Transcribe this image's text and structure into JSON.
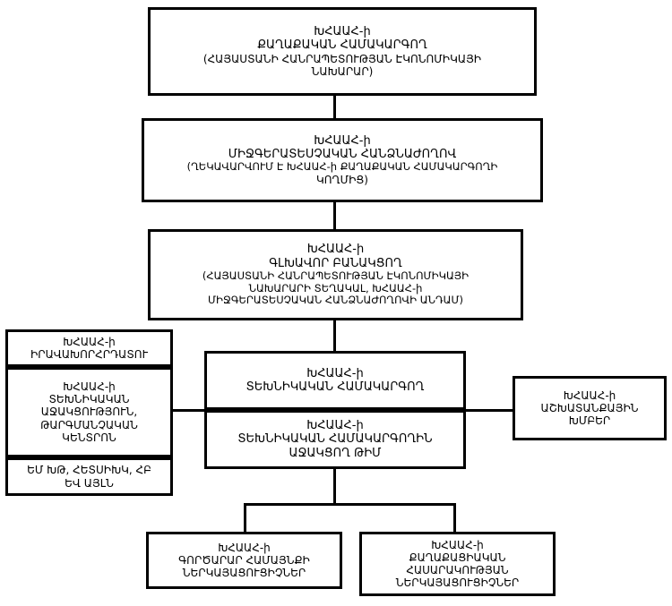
{
  "diagram": {
    "type": "organizational-chart",
    "language": "Armenian",
    "abbreviation": "ԽՀԱԱՀ",
    "nodes": {
      "political_coordinator": {
        "id": "political-coordinator",
        "lines": [
          "ԽՀԱԱՀ-ի",
          "ՔԱՂԱՔԱԿԱՆ ՀԱՄԱԿԱՐԳՈՂ",
          "(ՀԱՅԱՍՏԱՆԻ ՀԱՆՐԱՊԵՏՈՒԹՅԱՆ ԷԿՈՆՈՄԻԿԱՅԻ",
          "ՆԱԽԱՐԱՐ)"
        ]
      },
      "interagency_commission": {
        "id": "interagency-commission",
        "lines": [
          "ԽՀԱԱՀ-ի",
          "ՄԻՋԳԵՐԱՏԵՍՉԱԿԱՆ ՀԱՆՁՆԱԺՈՂՈՎ",
          "(ՂԵԿԱՎԱՐՎՈՒՄ Է ԽՀԱԱՀ-ի ՔԱՂԱՔԱԿԱՆ ՀԱՄԱԿԱՐԳՈՂԻ",
          "ԿՈՂՄԻՑ)"
        ]
      },
      "chief_negotiator": {
        "id": "chief-negotiator",
        "lines": [
          "ԽՀԱԱՀ-ի",
          "ԳԼԽԱՎՈՐ ԲԱՆԱԿՑՈՂ",
          "(ՀԱՅԱՍՏԱՆԻ ՀԱՆՐԱՊԵՏՈՒԹՅԱՆ ԷԿՈՆՈՄԻԿԱՅԻ",
          "ՆԱԽԱՐԱՐԻ ՏԵՂԱԿԱԼ, ԽՀԱԱՀ-ի",
          "ՄԻՋԳԵՐԱՏԵՍՉԱԿԱՆ ՀԱՆՁՆԱԺՈՂՈՎԻ ԱՆԴԱՄ)"
        ]
      },
      "legal_advisor": {
        "id": "legal-advisor",
        "lines": [
          "ԽՀԱԱՀ-ի",
          "ԻՐԱՎԱԽՈՐՀՐԴԱՏՈՒ"
        ]
      },
      "technical_support_center": {
        "id": "technical-support-center",
        "lines": [
          "ԽՀԱԱՀ-ի",
          "ՏԵԽՆԻԿԱԿԱՆ",
          "ԱՋԱԿՑՈՒԹՅՈՒՆ,",
          "ԹԱՐԳՄԱՆՉԱԿԱՆ",
          "ԿԵՆՏՐՈՆ"
        ]
      },
      "donors": {
        "id": "donors",
        "lines": [
          "ԵՄ ԽԹ, ՀԵՏՍԻԽԿ, ՀԲ",
          "ԵՎ ԱՅԼՆ"
        ]
      },
      "technical_coordinator": {
        "id": "technical-coordinator",
        "lines": [
          "ԽՀԱԱՀ-ի",
          "ՏԵԽՆԻԿԱԿԱՆ ՀԱՄԱԿԱՐԳՈՂ"
        ]
      },
      "technical_support_team": {
        "id": "technical-support-team",
        "lines": [
          "ԽՀԱԱՀ-ի",
          "ՏԵԽՆԻԿԱԿԱՆ ՀԱՄԱԿԱՐԳՈՂԻՆ",
          "ԱՋԱԿՑՈՂ ԹԻՄ"
        ]
      },
      "working_groups": {
        "id": "working-groups",
        "lines": [
          "ԽՀԱԱՀ-ի",
          "ԱՇԽԱՏԱՆՔԱՅԻՆ",
          "ԽՄԲԵՐ"
        ]
      },
      "business_community_reps": {
        "id": "business-community-representatives",
        "lines": [
          "ԽՀԱԱՀ-ի",
          "ԳՈՐԾԱՐԱՐ ՀԱՄԱՅՆՔԻ",
          "ՆԵՐԿԱՅԱՑՈՒՑԻՉՆԵՐ"
        ]
      },
      "civil_society_reps": {
        "id": "civil-society-representatives",
        "lines": [
          "ԽՀԱԱՀ-ի",
          "ՔԱՂԱՔԱՑԻԱԿԱՆ",
          "ՀԱՍԱՐԱԿՈՒԹՅԱՆ",
          "ՆԵՐԿԱՅԱՑՈՒՑԻՉՆԵՐ"
        ]
      }
    },
    "colors": {
      "border": "#000000",
      "background": "#ffffff",
      "text": "#000000"
    }
  }
}
